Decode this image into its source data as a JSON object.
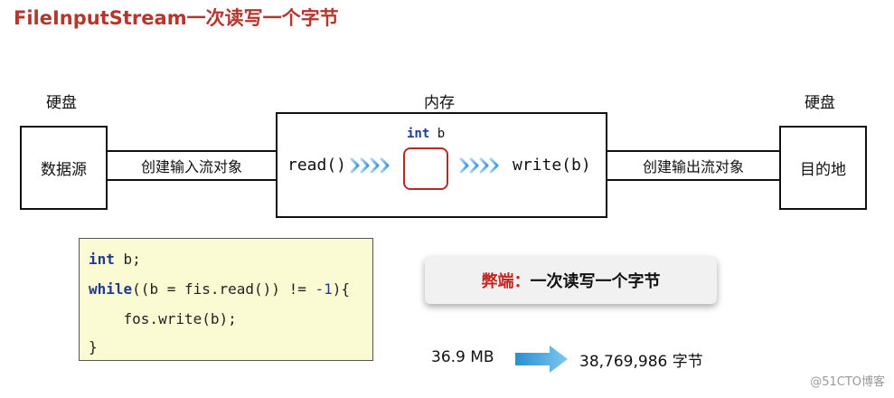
{
  "title": "FileInputStream一次读写一个字节",
  "left_disk_label": "硬盘",
  "right_disk_label": "硬盘",
  "memory_label": "内存",
  "source_box": "数据源",
  "dest_box": "目的地",
  "input_stream_label": "创建输入流对象",
  "output_stream_label": "创建输出流对象",
  "read_label": "read()",
  "write_label": "write(b)",
  "variable_label": {
    "keyword": "int",
    "name": "b"
  },
  "code": {
    "line1_kw": "int",
    "line1_rest": " b;",
    "line2_kw": "while",
    "line2_mid": "((b = fis.read()) != ",
    "line2_num": "-1",
    "line2_end": "){",
    "line3": "    fos.write(b);",
    "line4": "}"
  },
  "callout": {
    "prefix": "弊端：",
    "text": "一次读写一个字节"
  },
  "size_from": "36.9 MB",
  "size_to": "38,769,986 字节",
  "watermark": "@51CTO博客",
  "colors": {
    "title": "#b4372e",
    "arrow": "#4ea7e0",
    "variable_box": "#b32c24",
    "code_bg": "#fbfbd3",
    "keyword": "#1f3a93",
    "callout_prefix": "#c0261f"
  }
}
